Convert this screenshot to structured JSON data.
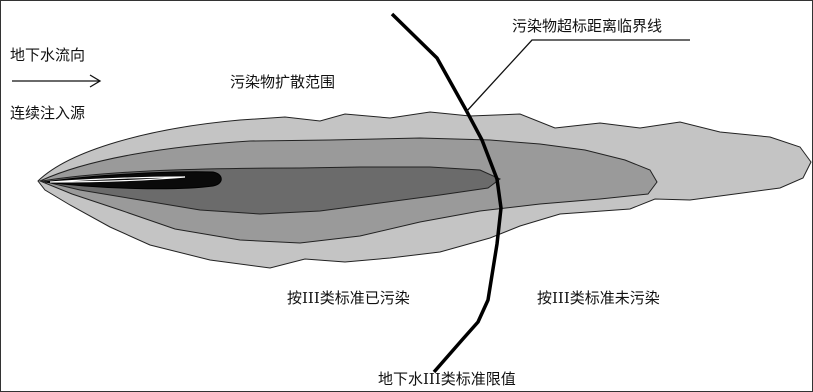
{
  "labels": {
    "groundwater_flow_direction": "地下水流向",
    "continuous_injection_source": "连续注入源",
    "pollutant_spread_range": "污染物扩散范围",
    "exceedance_critical_line": "污染物超标距离临界线",
    "polluted_by_class3": "按III类标准已污染",
    "not_polluted_by_class3": "按III类标准未污染",
    "class3_limit": "地下水III类标准限值"
  },
  "colors": {
    "outer_plume": "#c4c4c4",
    "middle_plume": "#9a9a9a",
    "inner_plume": "#6b6b6b",
    "core_plume": "#0a0a0a",
    "outline": "#222222",
    "critical_line": "#000000",
    "background": "#ffffff"
  }
}
